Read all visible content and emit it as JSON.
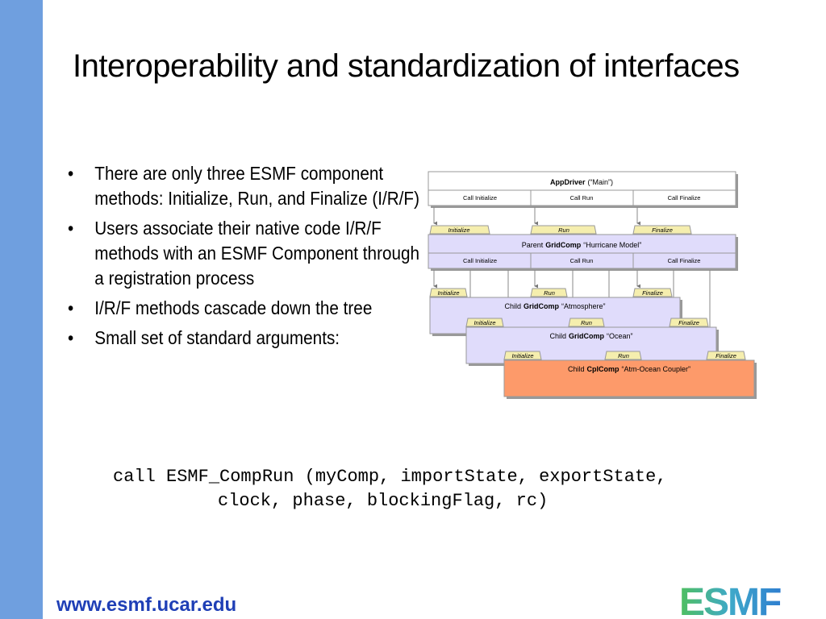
{
  "slide": {
    "title": "Interoperability and standardization of interfaces",
    "bullets": [
      "There are only three ESMF component methods:  Initialize, Run, and Finalize (I/R/F)",
      "Users associate their native code I/R/F methods with an ESMF Component through a registration process",
      "I/R/F methods cascade down the tree",
      "Small set of standard arguments:"
    ],
    "code_line_1": "call ESMF_CompRun (myComp, importState, exportState,",
    "code_line_2": "clock, phase, blockingFlag, rc)",
    "footer_url": "www.esmf.ucar.edu",
    "logo_text": "ESMF"
  },
  "diagram": {
    "app_driver": {
      "name": "AppDriver",
      "label": "(“Main”)"
    },
    "calls": [
      "Call Initialize",
      "Call Run",
      "Call Finalize"
    ],
    "tabs": [
      "Initialize",
      "Run",
      "Finalize"
    ],
    "parent": {
      "prefix": "Parent",
      "name": "GridComp",
      "label": "“Hurricane Model”"
    },
    "child_atmosphere": {
      "prefix": "Child",
      "name": "GridComp",
      "label": "“Atmosphere”"
    },
    "child_ocean": {
      "prefix": "Child",
      "name": "GridComp",
      "label": "“Ocean”"
    },
    "child_coupler": {
      "prefix": "Child",
      "name": "CplComp",
      "label": "“Atm-Ocean Coupler”"
    }
  },
  "colors": {
    "left_bar": "#6f9fdf",
    "component_fill": "#e0dcfb",
    "coupler_fill": "#fd9a6a",
    "tab_fill": "#f5eeae",
    "footer_url": "#1f3fb6",
    "logo_green": "#4fbf5f",
    "logo_blue": "#2f7fd0"
  }
}
